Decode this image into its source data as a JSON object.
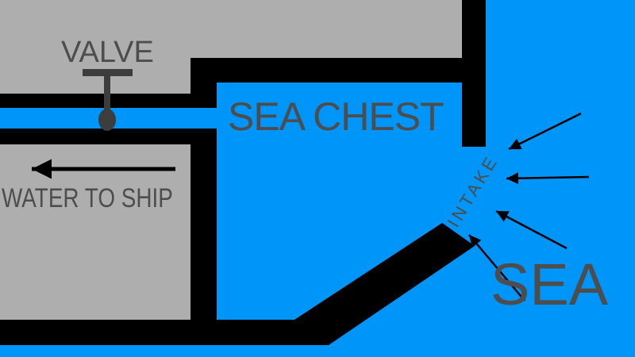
{
  "colors": {
    "sea_blue": "#0095f8",
    "hull_gray": "#aeaeae",
    "wall_black": "#000000",
    "text_gray": "#4d4d4d",
    "valve_gray": "#3d3d3d"
  },
  "labels": {
    "valve": "VALVE",
    "sea_chest": "SEA CHEST",
    "water_to_ship": "WATER TO SHIP",
    "intake": "INTAKE",
    "sea": "SEA"
  }
}
